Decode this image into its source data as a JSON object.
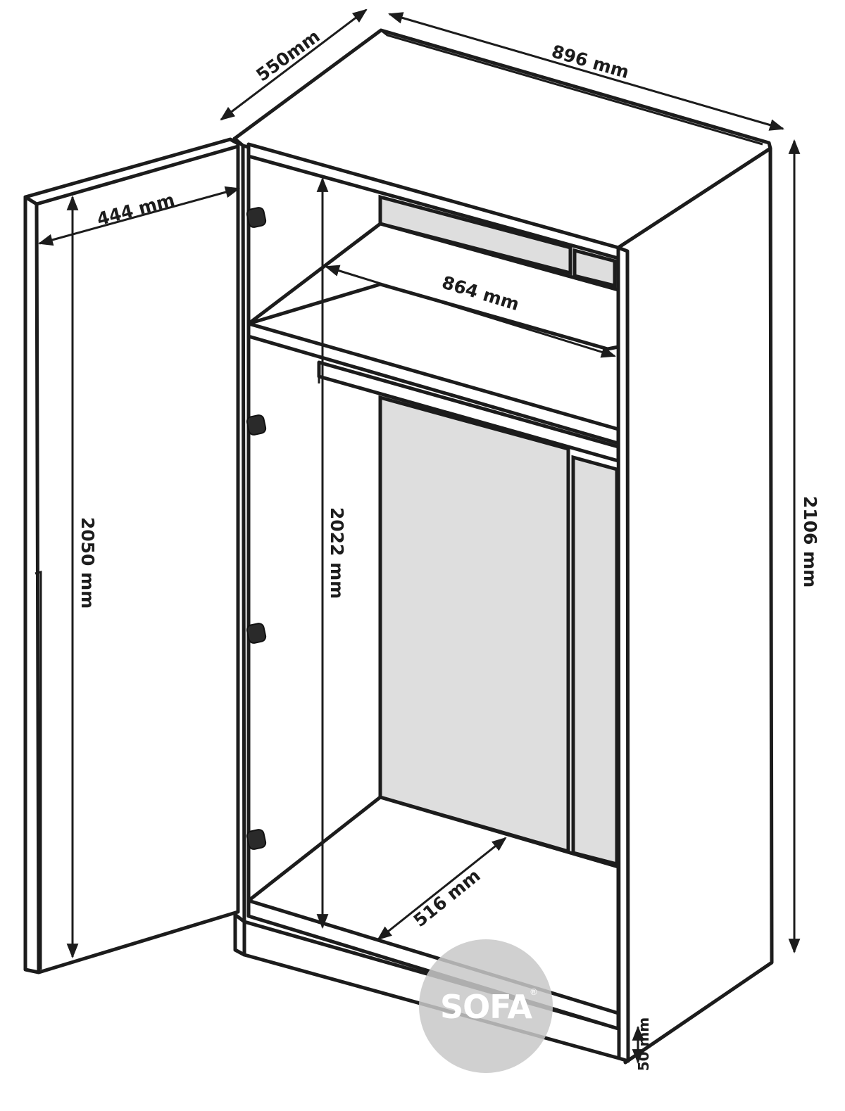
{
  "diagram": {
    "dimensions": {
      "depth": "550mm",
      "width": "896 mm",
      "height": "2106 mm",
      "door_width": "444 mm",
      "door_height": "2050 mm",
      "inner_width": "864 mm",
      "inner_height": "2022 mm",
      "inner_depth": "516 mm",
      "plinth_height": "50 mm"
    },
    "watermark": {
      "text": "SOFA",
      "trademark": "®"
    },
    "colors": {
      "line": "#1c1c1c",
      "panel_fill": "#dedede",
      "watermark_circle": "#c8c8c8"
    }
  }
}
